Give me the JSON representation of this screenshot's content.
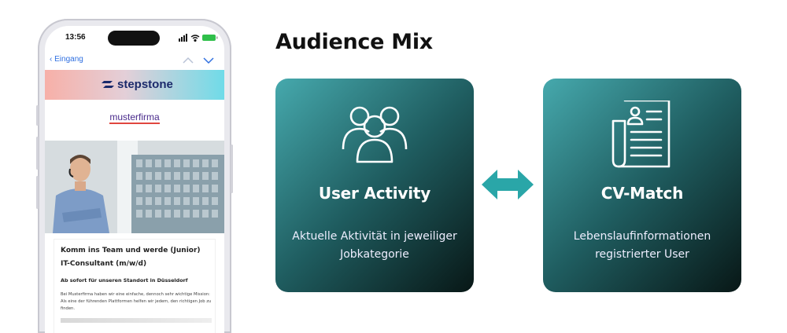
{
  "phone": {
    "status_time": "13:56",
    "back_label": "Eingang",
    "brand": "stepstone",
    "company": "musterfirma",
    "job_title": "Komm ins Team und werde (Junior) IT-Consultant (m/w/d)",
    "job_subtitle": "Ab sofort für unseren Standort in Düsseldorf",
    "job_body": "Bei Musterfirma haben wir eine einfache, dennoch sehr wichtige Mission: Als eine der führenden Plattformen helfen wir jedem, den richtigen Job zu finden."
  },
  "heading": "Audience Mix",
  "cards": [
    {
      "title": "User Activity",
      "description": "Aktuelle Aktivität in jeweiliger Jobkategorie",
      "icon": "users-group-icon"
    },
    {
      "title": "CV-Match",
      "description": "Lebenslaufinformationen registrierter User",
      "icon": "cv-document-icon"
    }
  ],
  "colors": {
    "card_gradient_start": "#46a9ad",
    "card_gradient_end": "#081716",
    "arrow": "#2aa6a8",
    "brand": "#1b2a6b"
  }
}
